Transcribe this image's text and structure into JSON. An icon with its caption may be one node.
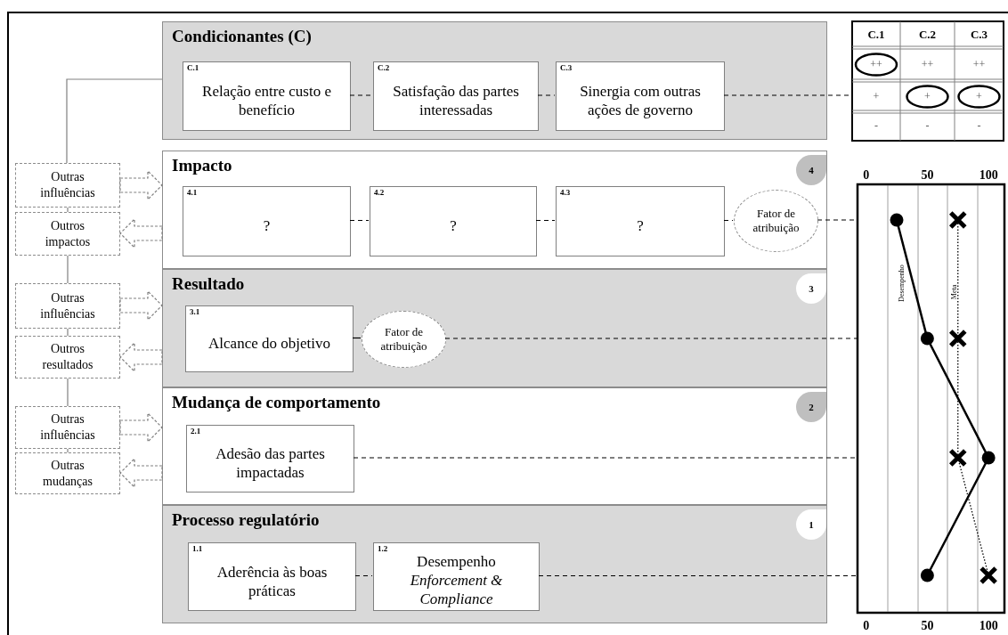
{
  "diagram": {
    "nodes": [
      {
        "text": [
          "Condicionantes (C)"
        ]
      },
      {
        "text": [
          "C.1",
          "Relação entre custo e benefício"
        ],
        "in": 0
      },
      {
        "text": [
          "C.2",
          "Satisfação das partes interessadas"
        ],
        "in": 0
      },
      {
        "text": [
          "C.3",
          "Sinergia com outras ações de governo"
        ],
        "in": 0
      },
      {
        "text": [
          "Impacto"
        ]
      },
      {
        "text": [
          "4"
        ],
        "in": 4
      },
      {
        "text": [
          "4.1",
          "?"
        ],
        "in": 4
      },
      {
        "text": [
          "4.2",
          "?"
        ],
        "in": 4
      },
      {
        "text": [
          "4.3",
          "?"
        ],
        "in": 4
      },
      {
        "text": [
          "Fator de atribuição"
        ],
        "in": 4
      },
      {
        "text": [
          "Resultado"
        ]
      },
      {
        "text": [
          "3"
        ],
        "in": 10
      },
      {
        "text": [
          "3.1",
          "Alcance do objetivo"
        ],
        "in": 10
      },
      {
        "text": [
          "Fator de atribuição"
        ],
        "in": 10
      },
      {
        "text": [
          "Mudança de comportamento"
        ]
      },
      {
        "text": [
          "2"
        ],
        "in": 14
      },
      {
        "text": [
          "2.1",
          "Adesão das partes impactadas"
        ],
        "in": 14
      },
      {
        "text": [
          "Processo regulatório"
        ]
      },
      {
        "text": [
          "1"
        ],
        "in": 17
      },
      {
        "text": [
          "1.1",
          "Aderência às boas práticas"
        ],
        "in": 17
      },
      {
        "text": [
          "1.2",
          "Desempenho *Enforcement & Compliance*"
        ],
        "in": 17
      },
      {
        "text": [
          "Outras influências"
        ]
      },
      {
        "text": [
          "Outros impactos"
        ]
      },
      {
        "text": [
          "Outras influências"
        ]
      },
      {
        "text": [
          "Outros resultados"
        ]
      },
      {
        "text": [
          "Outras influências"
        ]
      },
      {
        "text": [
          "Outras mudanças"
        ]
      },
      {
        "text": [],
        "shape": "table"
      },
      {
        "text": [],
        "shape": "chart",
        "beside": [
          "0",
          "50",
          "100"
        ]
      }
    ],
    "edges": [
      {
        "from": 1,
        "to": 2,
        "arrow": "none",
        "style": "dashed"
      },
      {
        "from": 2,
        "to": 3,
        "arrow": "none",
        "style": "dashed"
      },
      {
        "from": 3,
        "to": 27,
        "arrow": "none",
        "style": "dashed"
      },
      {
        "from": 6,
        "to": 7,
        "arrow": "none",
        "style": "dashed"
      },
      {
        "from": 7,
        "to": 8,
        "arrow": "none",
        "style": "dashed"
      },
      {
        "from": 8,
        "to": 9,
        "arrow": "none",
        "style": "dashed"
      },
      {
        "from": 9,
        "to": 28,
        "arrow": "none",
        "style": "dashed"
      },
      {
        "from": 12,
        "to": 13,
        "arrow": "none"
      },
      {
        "from": 13,
        "to": 28,
        "arrow": "none",
        "style": "dashed"
      },
      {
        "from": 16,
        "to": 28,
        "arrow": "none",
        "style": "dashed"
      },
      {
        "from": 19,
        "to": 20,
        "arrow": "none",
        "style": "dashed"
      },
      {
        "from": 20,
        "to": 28,
        "arrow": "none",
        "style": "dashed"
      },
      {
        "from": 0,
        "to": 21,
        "arrow": "none",
        "color": "#808080"
      },
      {
        "from": 21,
        "to": 22,
        "arrow": "none",
        "color": "#808080"
      },
      {
        "from": 22,
        "to": 23,
        "arrow": "none",
        "color": "#808080"
      },
      {
        "from": 23,
        "to": 24,
        "arrow": "none",
        "color": "#808080"
      },
      {
        "from": 24,
        "to": 25,
        "arrow": "none",
        "color": "#808080"
      },
      {
        "from": 25,
        "to": 26,
        "arrow": "none",
        "color": "#808080"
      },
      {
        "from": 21,
        "to": 4,
        "arrow": "to",
        "style": "dashed",
        "color": "#808080"
      },
      {
        "from": 4,
        "to": 22,
        "arrow": "to",
        "style": "dashed",
        "color": "#808080"
      },
      {
        "from": 23,
        "to": 10,
        "arrow": "to",
        "style": "dashed",
        "color": "#808080"
      },
      {
        "from": 10,
        "to": 24,
        "arrow": "to",
        "style": "dashed",
        "color": "#808080"
      },
      {
        "from": 25,
        "to": 14,
        "arrow": "to",
        "style": "dashed",
        "color": "#808080"
      },
      {
        "from": 14,
        "to": 26,
        "arrow": "to",
        "style": "dashed",
        "color": "#808080"
      }
    ],
    "labels": [
      "C.1",
      "C.2",
      "C.3",
      "++",
      "++",
      "++",
      "+",
      "+",
      "+",
      "-",
      "-",
      "-"
    ],
    "chart_data": {
      "type": "line",
      "orientation": "horizontal",
      "xlim": [
        -7,
        113
      ],
      "xticks": [
        0,
        50,
        100
      ],
      "series": [
        {
          "name": "Desempenho",
          "color": "#000000",
          "values": [
            25,
            50,
            100,
            50
          ],
          "marker": "circle"
        },
        {
          "name": "Meta",
          "color": "#000000",
          "values": [
            75,
            75,
            75,
            100
          ],
          "marker": "cross",
          "line_style": "dotted"
        }
      ]
    }
  }
}
